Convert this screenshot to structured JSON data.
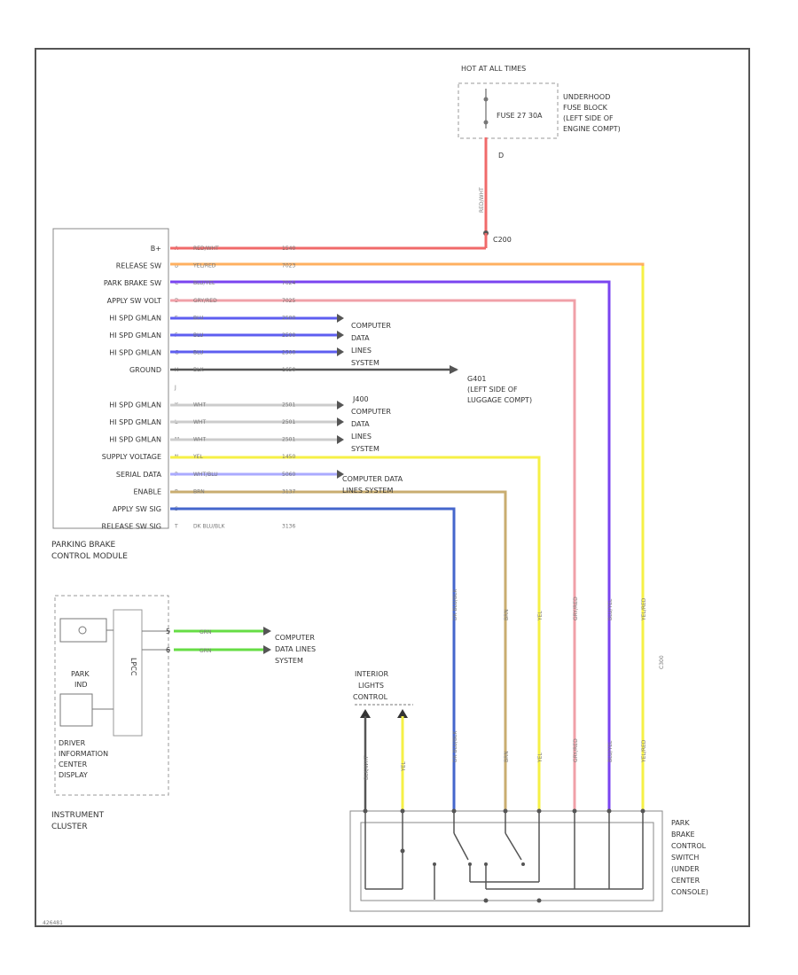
{
  "fuse_block": {
    "hot_label": "HOT AT ALL TIMES",
    "fuse": "FUSE 27 30A",
    "location": [
      "UNDERHOOD",
      "FUSE BLOCK",
      "(LEFT SIDE OF",
      "ENGINE COMPT)"
    ],
    "term": "D",
    "wire_color": "RED/WHT"
  },
  "splice": "C200",
  "module": {
    "name": [
      "PARKING BRAKE",
      "CONTROL MODULE"
    ],
    "pins": [
      {
        "label": "B+",
        "num": "A",
        "color": "RED/WHT",
        "circ": "1540",
        "hex": "#f06a6a"
      },
      {
        "label": "RELEASE SW",
        "num": "B",
        "color": "YEL/RED",
        "circ": "7023",
        "hex": "#ffb060"
      },
      {
        "label": "PARK BRAKE SW",
        "num": "C",
        "color": "BLU/YEL",
        "circ": "7024",
        "hex": "#7a44f0"
      },
      {
        "label": "APPLY SW VOLT",
        "num": "D",
        "color": "GRY/RED",
        "circ": "7025",
        "hex": "#f0a0a8"
      },
      {
        "label": "HI SPD GMLAN",
        "num": "E",
        "color": "BLU",
        "circ": "2500",
        "hex": "#5e5ef0"
      },
      {
        "label": "HI SPD GMLAN",
        "num": "F",
        "color": "BLU",
        "circ": "2500",
        "hex": "#5e5ef0"
      },
      {
        "label": "HI SPD GMLAN",
        "num": "G",
        "color": "BLU",
        "circ": "2500",
        "hex": "#5e5ef0"
      },
      {
        "label": "GROUND",
        "num": "H",
        "color": "BLK",
        "circ": "1650",
        "hex": "#555555"
      },
      {
        "label": "",
        "num": "J",
        "color": "",
        "circ": "",
        "hex": ""
      },
      {
        "label": "HI SPD GMLAN",
        "num": "K",
        "color": "WHT",
        "circ": "2501",
        "hex": "#cccccc"
      },
      {
        "label": "HI SPD GMLAN",
        "num": "L",
        "color": "WHT",
        "circ": "2501",
        "hex": "#cccccc"
      },
      {
        "label": "HI SPD GMLAN",
        "num": "M",
        "color": "WHT",
        "circ": "2501",
        "hex": "#cccccc"
      },
      {
        "label": "SUPPLY VOLTAGE",
        "num": "N",
        "color": "YEL",
        "circ": "1450",
        "hex": "#f6f046"
      },
      {
        "label": "SERIAL DATA",
        "num": "P",
        "color": "WHT/BLU",
        "circ": "5060",
        "hex": "#aaaaff"
      },
      {
        "label": "ENABLE",
        "num": "R",
        "color": "BRN",
        "circ": "3137",
        "hex": "#c9ad70"
      },
      {
        "label": "APPLY SW SIG",
        "num": "S",
        "color": "",
        "circ": "",
        "hex": ""
      },
      {
        "label": "RELEASE SW SIG",
        "num": "T",
        "color": "DK BLU/BLK",
        "circ": "3136",
        "hex": "#4466cc"
      }
    ]
  },
  "dest": {
    "computer_data_1": [
      "COMPUTER",
      "DATA",
      "LINES",
      "SYSTEM"
    ],
    "ground": [
      "G401",
      "(LEFT SIDE OF",
      "LUGGAGE COMPT)"
    ],
    "computer_data_2_head": "J400",
    "computer_data_2": [
      "COMPUTER",
      "DATA",
      "LINES",
      "SYSTEM"
    ],
    "computer_data_3": [
      "COMPUTER DATA",
      "LINES SYSTEM"
    ],
    "computer_data_4": [
      "COMPUTER",
      "DATA LINES",
      "SYSTEM"
    ]
  },
  "cluster": {
    "name": [
      "INSTRUMENT",
      "CLUSTER"
    ],
    "park": [
      "PARK",
      "IND"
    ],
    "dic": [
      "DRIVER",
      "INFORMATION",
      "CENTER",
      "DISPLAY"
    ],
    "lpcc": "LPCC",
    "wire_color": "GRN",
    "pins": [
      "5",
      "6"
    ]
  },
  "interior": {
    "label": [
      "INTERIOR",
      "LIGHTS",
      "CONTROL"
    ],
    "wires": [
      "BLK/WHT",
      "YEL"
    ]
  },
  "switch": {
    "name": [
      "PARK",
      "BRAKE",
      "CONTROL",
      "SWITCH",
      "(UNDER",
      "CENTER",
      "CONSOLE)"
    ],
    "connector": "C300",
    "wire_labels": [
      "DK BLU/BLK",
      "BRN",
      "YEL",
      "GRY/RED",
      "BLU/YEL",
      "YEL/RED"
    ]
  },
  "figure_id": "426481",
  "colors": {
    "red": "#f06a6a",
    "orange": "#ffb060",
    "purple": "#7a44f0",
    "pink": "#f0a0a8",
    "blue": "#5e5ef0",
    "black": "#555555",
    "white": "#cccccc",
    "yellow": "#f6f046",
    "lavender": "#aaaaff",
    "tan": "#c9ad70",
    "darkblue": "#4466cc",
    "green": "#66dd44",
    "frame": "#555555"
  }
}
